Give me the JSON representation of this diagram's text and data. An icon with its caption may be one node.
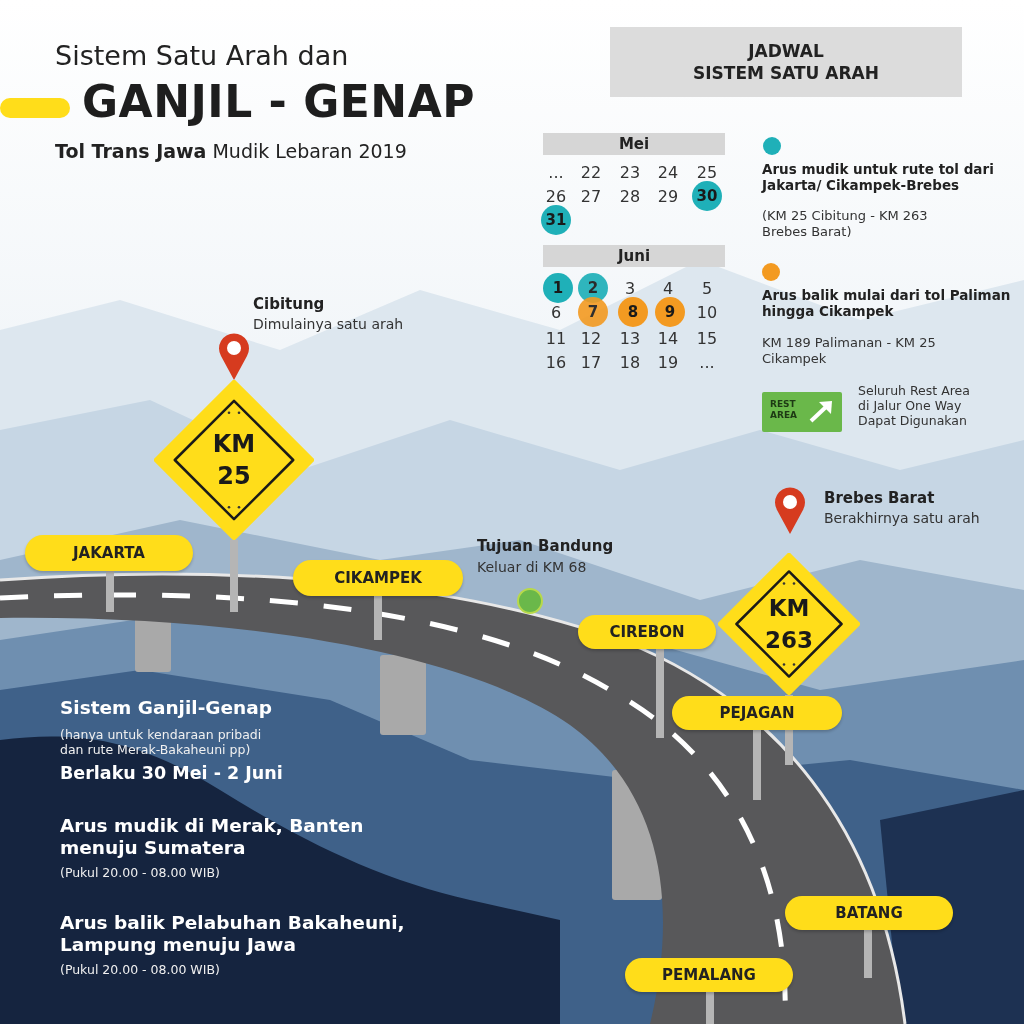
{
  "diagram": {
    "title": "Sistem Satu Arah dan",
    "nodes": [
      {
        "text": [
          "JADWAL",
          "SISTEM SATU ARAH"
        ]
      },
      {
        "text": [
          "Mei"
        ]
      },
      {
        "text": [
          "30"
        ]
      },
      {
        "text": [
          "31"
        ]
      },
      {
        "text": [
          "Juni"
        ]
      },
      {
        "text": [
          "1"
        ]
      },
      {
        "text": [
          "2"
        ]
      },
      {
        "text": [
          "7"
        ]
      },
      {
        "text": [
          "8"
        ]
      },
      {
        "text": [
          "9"
        ]
      },
      {
        "text": [
          "REST AREA"
        ]
      },
      {
        "text": [
          "JAKARTA"
        ]
      },
      {
        "text": [
          "KM 25"
        ]
      },
      {
        "text": [
          "CIKAMPEK"
        ]
      },
      {
        "text": [
          "CIREBON"
        ]
      },
      {
        "text": [
          "KM 263"
        ]
      },
      {
        "text": [
          "PEJAGAN"
        ]
      },
      {
        "text": [
          "BATANG"
        ]
      },
      {
        "text": [
          "PEMALANG"
        ]
      }
    ],
    "labels": [
      "GANJIL - GENAP",
      "**Tol Trans Jawa** Mudik Lebaran 2019",
      "...",
      "22",
      "23",
      "24",
      "25",
      "26",
      "27",
      "28",
      "29",
      "(KM 25 Cibitung - KM 263 Brebes Barat)",
      "3",
      "4",
      "5",
      "6",
      "10",
      "11",
      "12",
      "13",
      "14",
      "15",
      "16",
      "17",
      "18",
      "19",
      "...",
      "KM 189 Palimanan - KM 25 Cikampek",
      "Seluruh Rest Area di Jalur One Way Dapat Digunakan",
      "Cibitung",
      "Dimulainya satu arah",
      "Tujuan Bandung",
      "Keluar di KM 68",
      "Brebes Barat",
      "Berakhirnya satu arah",
      "Sistem Ganjil-Genap",
      "(hanya untuk kendaraan pribadi dan rute Merak-Bakaheuni pp)",
      "Berlaku 30 Mei - 2 Juni",
      "Arus mudik di Merak, Banten menuju Sumatera",
      "(Pukul 20.00 - 08.00 WIB)",
      "Arus balik Pelabuhan Bakaheuni, Lampung menuju Jawa",
      "(Pukul 20.00 - 08.00 WIB)"
    ],
    "legend": [
      {
        "text": "Arus mudik untuk rute tol dari Jakarta/ Cikampek-Brebes",
        "color": "#1fb0b8"
      },
      {
        "text": "Arus balik mulai dari tol Paliman hingga Cikampek",
        "color": "#f39a21"
      }
    ]
  }
}
